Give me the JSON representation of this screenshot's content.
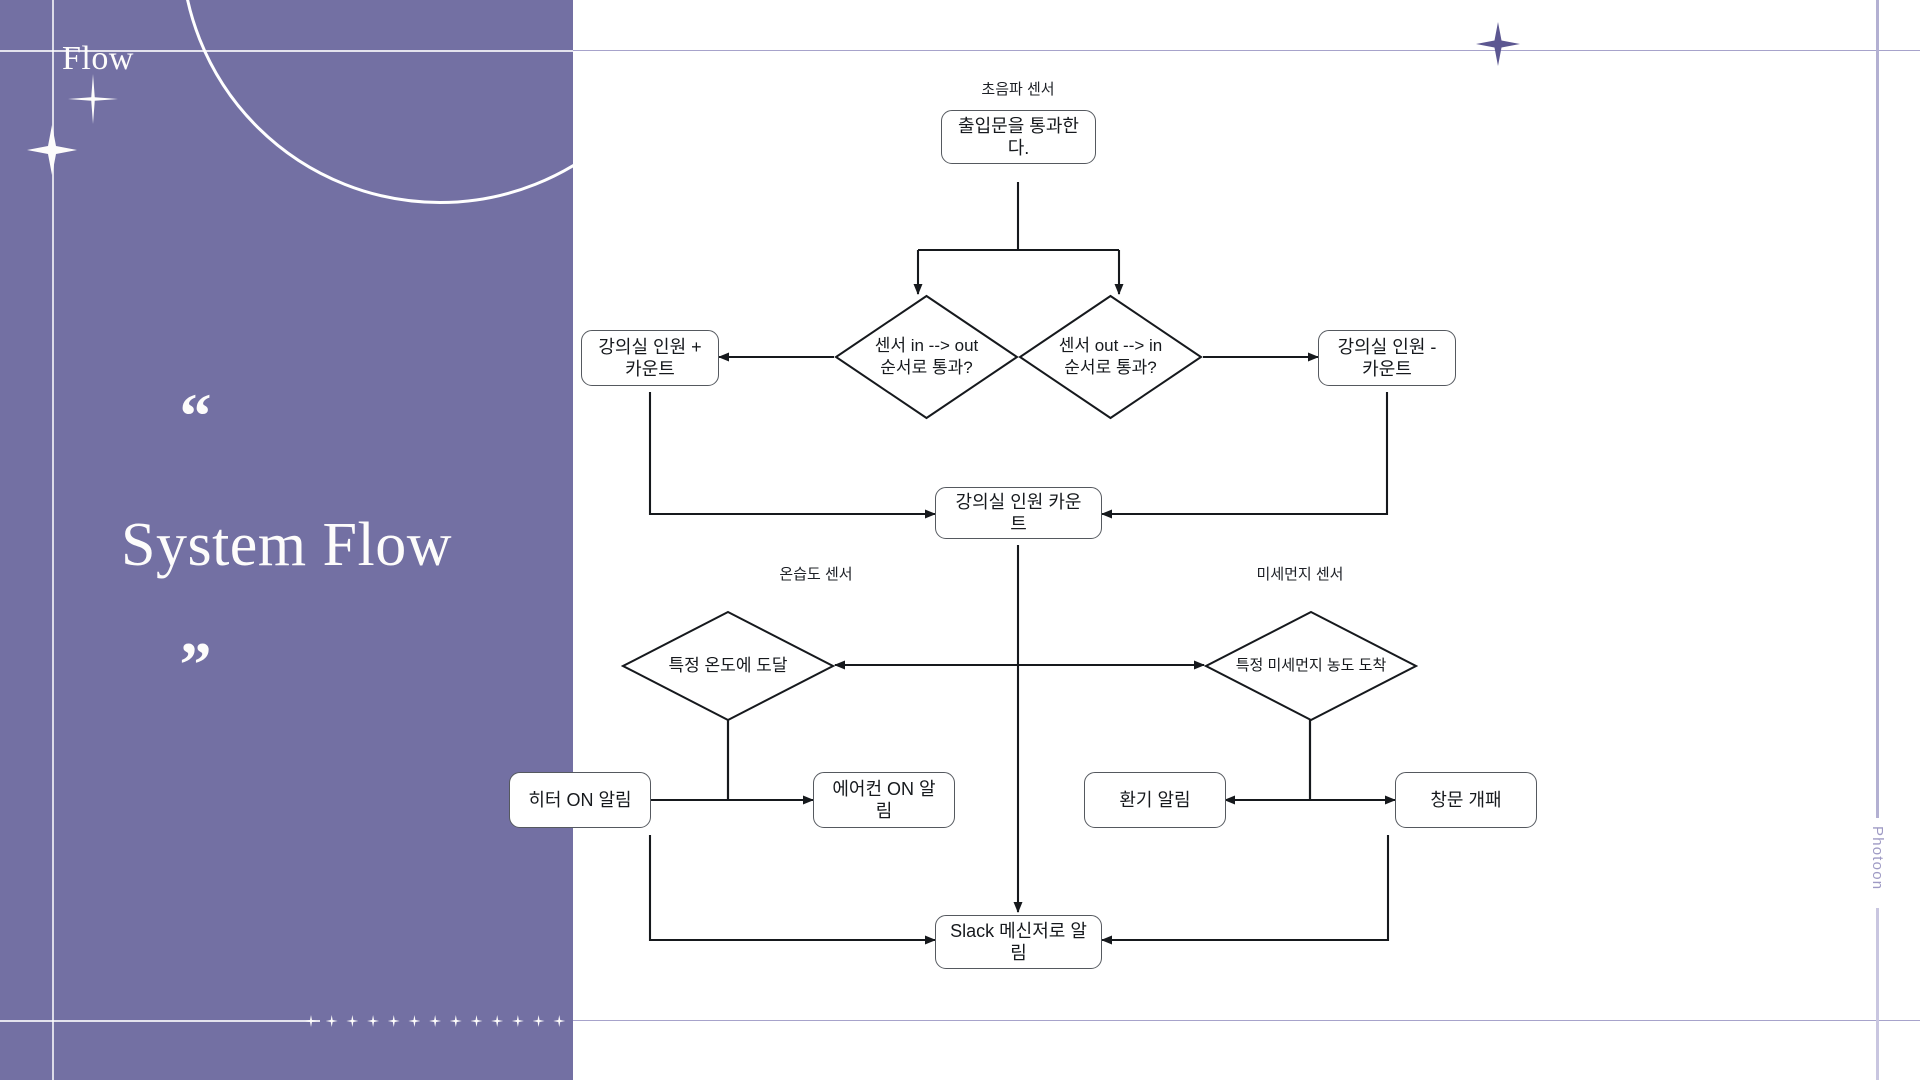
{
  "slide": {
    "kicker": "Flow",
    "quote_open": "“",
    "quote_close": "”",
    "title": "System Flow",
    "watermark": "Photoon",
    "accent_color": "#7370a3",
    "rule_color": "#a7a3cb",
    "text_on_panel": "#fdfcfb"
  },
  "chart_data": {
    "type": "diagram",
    "title": "System Flow",
    "sensor_tags": [
      {
        "id": "ultrasonic",
        "label": "초음파 센서"
      },
      {
        "id": "temp-humidity",
        "label": "온습도 센서"
      },
      {
        "id": "dust",
        "label": "미세먼지 센서"
      }
    ],
    "nodes": [
      {
        "id": "start",
        "shape": "process",
        "label": "출입문을 통과한다."
      },
      {
        "id": "dec-in-out",
        "shape": "decision",
        "label": "센서 in --> out\n순서로 통과?"
      },
      {
        "id": "dec-out-in",
        "shape": "decision",
        "label": "센서 out --> in\n순서로 통과?"
      },
      {
        "id": "count-plus",
        "shape": "process",
        "label": "강의실 인원 + 카운트"
      },
      {
        "id": "count-minus",
        "shape": "process",
        "label": "강의실 인원 - 카운트"
      },
      {
        "id": "count-total",
        "shape": "process",
        "label": "강의실 인원 카운트"
      },
      {
        "id": "dec-temp",
        "shape": "decision",
        "label": "특정 온도에 도달"
      },
      {
        "id": "dec-dust",
        "shape": "decision",
        "label": "특정 미세먼지 농도 도착"
      },
      {
        "id": "heater-on",
        "shape": "process",
        "label": "히터 ON 알림"
      },
      {
        "id": "aircon-on",
        "shape": "process",
        "label": "에어컨 ON 알림"
      },
      {
        "id": "ventilate",
        "shape": "process",
        "label": "환기 알림"
      },
      {
        "id": "window",
        "shape": "process",
        "label": "창문 개패"
      },
      {
        "id": "slack",
        "shape": "process",
        "label": "Slack 메신저로 알림"
      }
    ],
    "edges": [
      {
        "from": "start",
        "to": "dec-in-out"
      },
      {
        "from": "start",
        "to": "dec-out-in"
      },
      {
        "from": "dec-in-out",
        "to": "count-plus"
      },
      {
        "from": "dec-out-in",
        "to": "count-minus"
      },
      {
        "from": "count-plus",
        "to": "count-total"
      },
      {
        "from": "count-minus",
        "to": "count-total"
      },
      {
        "from": "count-total",
        "to": "dec-temp"
      },
      {
        "from": "count-total",
        "to": "dec-dust"
      },
      {
        "from": "count-total",
        "to": "slack"
      },
      {
        "from": "dec-temp",
        "to": "heater-on"
      },
      {
        "from": "dec-temp",
        "to": "aircon-on"
      },
      {
        "from": "dec-dust",
        "to": "ventilate"
      },
      {
        "from": "dec-dust",
        "to": "window"
      },
      {
        "from": "heater-on",
        "to": "slack"
      },
      {
        "from": "window",
        "to": "slack"
      }
    ]
  }
}
